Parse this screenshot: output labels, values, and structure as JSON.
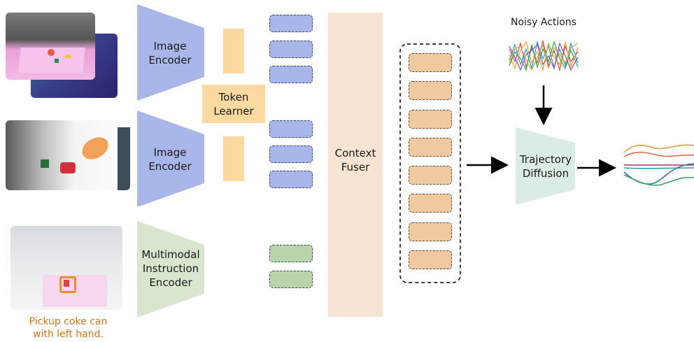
{
  "labels": {
    "image_encoder_1": [
      "Image",
      "Encoder"
    ],
    "image_encoder_2": [
      "Image",
      "Encoder"
    ],
    "instruction_encoder": [
      "Multimodal",
      "Instruction",
      "Encoder"
    ],
    "token_learner": [
      "Token",
      "Learner"
    ],
    "context_fuser": [
      "Context",
      "Fuser"
    ],
    "noisy_actions": "Noisy Actions",
    "trajectory_diffusion": [
      "Trajectory",
      "Diffusion"
    ],
    "instruction_text": [
      "Pickup coke can",
      "with left hand."
    ]
  },
  "colors": {
    "encoder_blue": "#a9b6ea",
    "encoder_green": "#d8e6cf",
    "token_learner": "#fbd9a1",
    "context_fuser": "#f7e4d3",
    "diffusion": "#dbece3",
    "instruction_text": "#c9761b"
  }
}
